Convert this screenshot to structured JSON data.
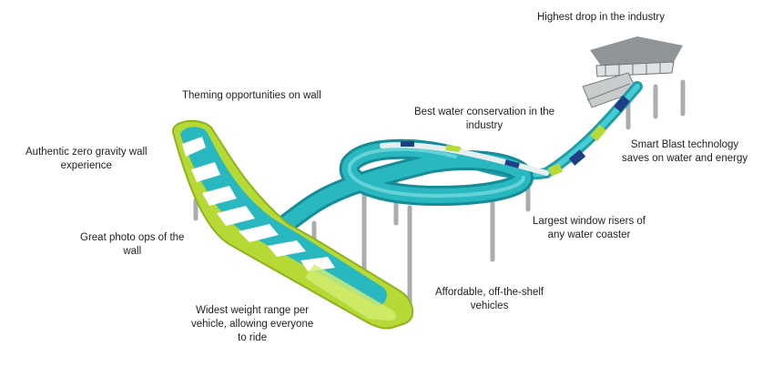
{
  "callouts": {
    "highest_drop": [
      "Highest drop in the industry"
    ],
    "theming": [
      "Theming opportunities on wall"
    ],
    "water_conservation": [
      "Best water conservation in the",
      "industry"
    ],
    "zero_gravity": [
      "Authentic zero gravity wall",
      "experience"
    ],
    "smart_blast": [
      "Smart Blast technology",
      "saves on water and energy"
    ],
    "window_risers": [
      "Largest window risers of",
      "any water coaster"
    ],
    "photo_ops": [
      "Great photo ops of the",
      "wall"
    ],
    "affordable": [
      "Affordable, off-the-shelf",
      "vehicles"
    ],
    "weight_range": [
      "Widest weight range per",
      "vehicle, allowing everyone",
      "to ride"
    ]
  },
  "colors": {
    "tube": "#2ab8c0",
    "tube_dark": "#168c96",
    "wall": "#b6d935",
    "wall_dark": "#8fb21f",
    "stripe": "#ffffff",
    "support": "#a9adb0",
    "roof": "#8f9496",
    "text": "#222222"
  },
  "icons": [
    "water-slide-illustration"
  ]
}
